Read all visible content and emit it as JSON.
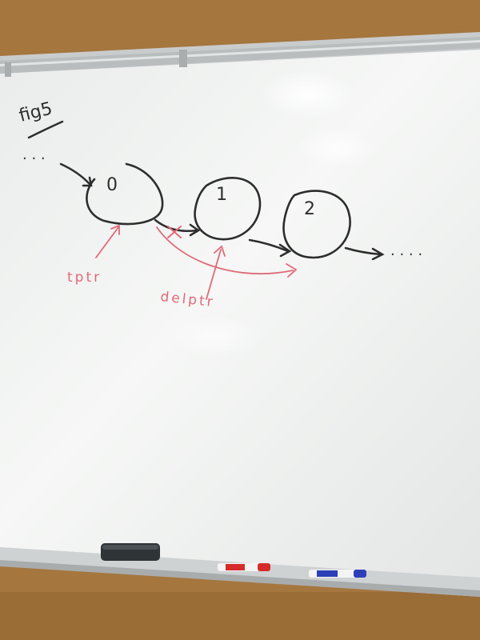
{
  "board": {
    "heading": "fig5",
    "leading_dots": "· · ·",
    "trailing_dots": "· · · ·",
    "nodes": [
      {
        "label": "0"
      },
      {
        "label": "1"
      },
      {
        "label": "2"
      }
    ],
    "pointers": {
      "tptr": "tptr",
      "delptr": "delptr"
    }
  },
  "colors": {
    "wall": "#a5763d",
    "board": "#eef0ef",
    "frame": "#c4c7c8",
    "ink_black": "#2d2d2d",
    "ink_red": "#e06a78",
    "eraser": "#2f3437",
    "marker_red": "#d62b2b",
    "marker_blue": "#2c3fb8"
  }
}
